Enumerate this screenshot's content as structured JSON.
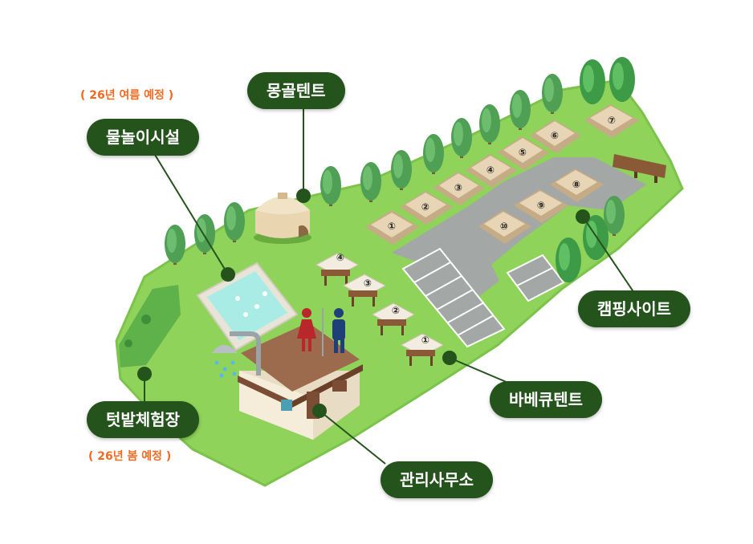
{
  "labels": {
    "mongol_tent": "몽골텐트",
    "water_play": "물놀이시설",
    "water_play_note": "( 26년 여름 예정 )",
    "farm": "텃밭체험장",
    "farm_note": "( 26년 봄 예정 )",
    "camping": "캠핑사이트",
    "bbq": "바베큐텐트",
    "office": "관리사무소"
  },
  "camping_sites": [
    "①",
    "②",
    "③",
    "④",
    "⑤",
    "⑥",
    "⑦",
    "⑧",
    "⑨",
    "⑩"
  ],
  "bbq_tents": [
    "①",
    "②",
    "③",
    "④"
  ],
  "colors": {
    "grass": "#8fd35a",
    "grass_edge": "#78c04a",
    "label_bg": "#24531c",
    "note": "#f06a22",
    "road": "#a3a7a6",
    "deck": "#e8d5b6",
    "roof": "#9c6b4e",
    "pool_water": "#a9ece6"
  },
  "icons": [
    "female-restroom-icon",
    "male-restroom-icon",
    "shower-icon",
    "yurt-icon",
    "tree-icon",
    "sign-board-icon"
  ]
}
